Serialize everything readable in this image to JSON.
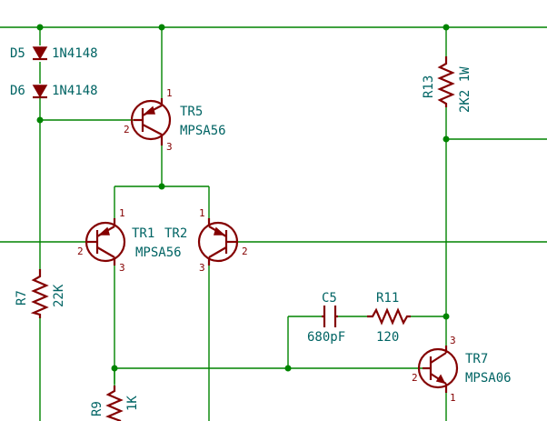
{
  "components": {
    "D5": {
      "ref": "D5",
      "value": "1N4148"
    },
    "D6": {
      "ref": "D6",
      "value": "1N4148"
    },
    "TR5": {
      "ref": "TR5",
      "value": "MPSA56",
      "pins": [
        "1",
        "2",
        "3"
      ]
    },
    "TR1": {
      "ref": "TR1",
      "pins": [
        "1",
        "2",
        "3"
      ]
    },
    "TR2": {
      "ref": "TR2",
      "pins": [
        "1",
        "2",
        "3"
      ]
    },
    "TR12_value": "MPSA56",
    "TR7": {
      "ref": "TR7",
      "value": "MPSA06",
      "pins": [
        "1",
        "2",
        "3"
      ]
    },
    "R13": {
      "ref": "R13",
      "value": "2K2 1W"
    },
    "R7": {
      "ref": "R7",
      "value": "22K"
    },
    "R9": {
      "ref": "R9",
      "value": "1K"
    },
    "R11": {
      "ref": "R11",
      "value": "120"
    },
    "C5": {
      "ref": "C5",
      "value": "680pF"
    }
  },
  "colors": {
    "wire": "#008400",
    "symbol": "#840000",
    "label": "#006464",
    "background": "#ffffff"
  }
}
